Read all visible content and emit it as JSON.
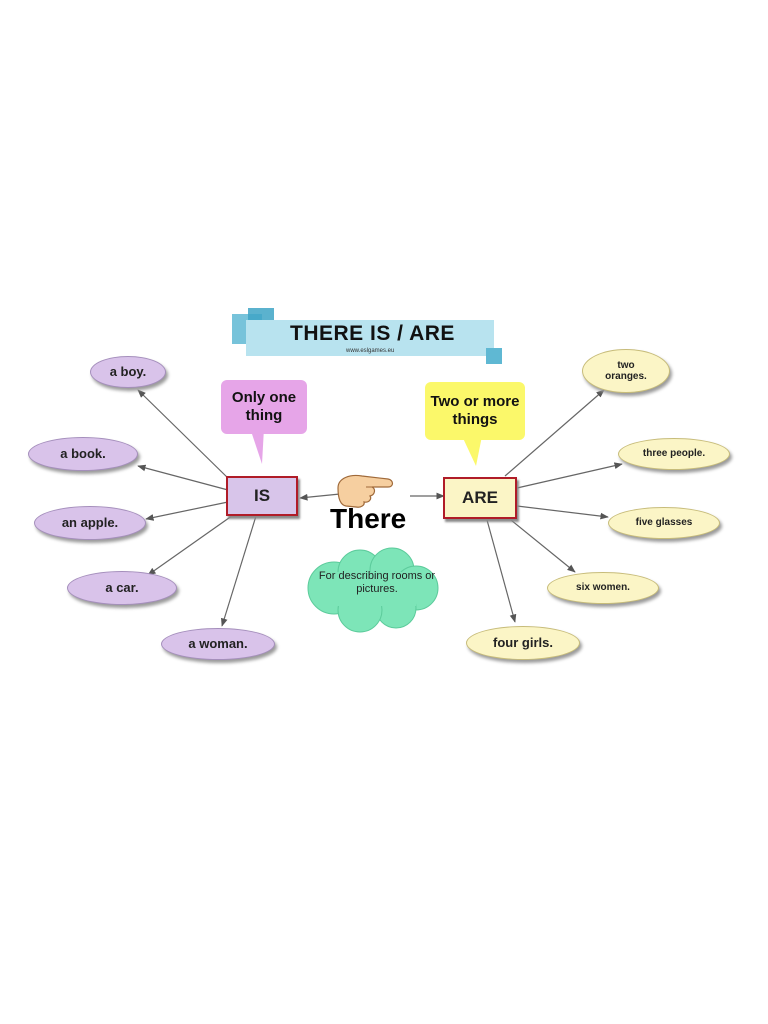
{
  "title": {
    "text": "THERE IS / ARE",
    "credit": "www.eslgames.eu"
  },
  "center": {
    "word": "There",
    "note": "For describing rooms or pictures."
  },
  "is_branch": {
    "label": "IS",
    "callout": "Only one thing",
    "examples": [
      "a boy.",
      "a book.",
      "an apple.",
      "a car.",
      "a woman."
    ]
  },
  "are_branch": {
    "label": "ARE",
    "callout": "Two or more things",
    "examples": [
      "two oranges.",
      "three people.",
      "five glasses",
      "six women.",
      "four girls."
    ]
  },
  "colors": {
    "is_fill": "#d9c3ea",
    "are_fill": "#fbf5c6",
    "key_border": "#b01c28",
    "pink_callout": "#e6a5e8",
    "yellow_callout": "#fbf86a",
    "cloud": "#7de5b8",
    "banner": "#b8e3ef"
  }
}
